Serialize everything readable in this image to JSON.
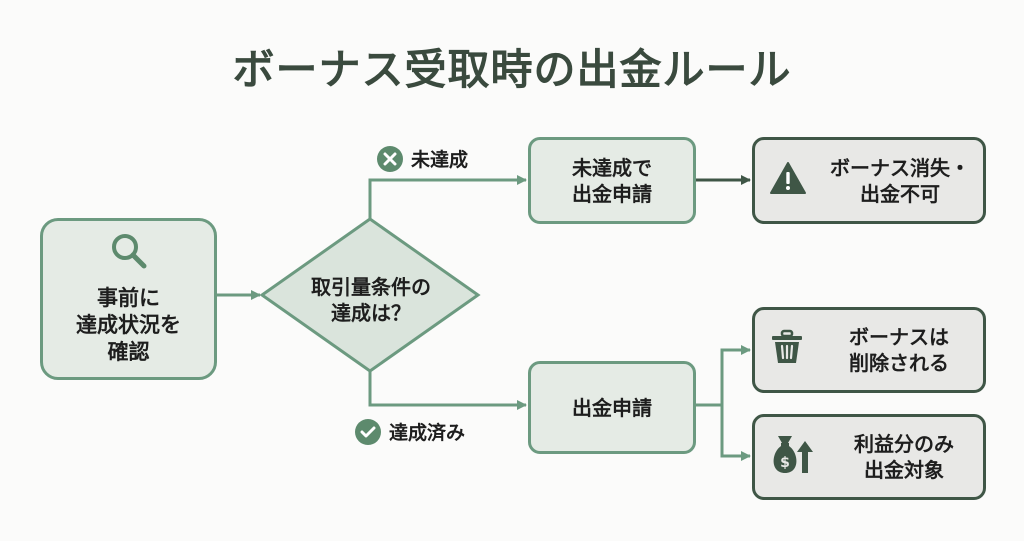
{
  "title": "ボーナス受取時の出金ルール",
  "colors": {
    "node_border_green": "#6c9a80",
    "node_fill_green": "#e5ebe5",
    "node_border_dark": "#3f5646",
    "node_fill_gray": "#e8e8e6",
    "connector_green": "#6c9a80",
    "connector_dark": "#3f5646",
    "title_text": "#3a4a3e",
    "badge_fill": "#5d8a6d"
  },
  "nodes": {
    "start": {
      "lines": [
        "事前に",
        "達成状況を",
        "確認"
      ],
      "icon": "search-icon"
    },
    "decision": {
      "lines": [
        "取引量条件の",
        "達成は？"
      ]
    },
    "unmet_apply": {
      "lines": [
        "未達成で",
        "出金申請"
      ]
    },
    "bonus_lost": {
      "lines": [
        "ボーナス消失・",
        "出金不可"
      ],
      "icon": "warning-icon"
    },
    "apply": {
      "lines": [
        "出金申請"
      ]
    },
    "bonus_deleted": {
      "lines": [
        "ボーナスは",
        "削除される"
      ],
      "icon": "trash-icon"
    },
    "profit_only": {
      "lines": [
        "利益分のみ",
        "出金対象"
      ],
      "icon": "money-bag-up-icon"
    }
  },
  "branches": {
    "unmet": {
      "label": "未達成",
      "icon": "x-circle-icon"
    },
    "met": {
      "label": "達成済み",
      "icon": "check-circle-icon"
    }
  }
}
